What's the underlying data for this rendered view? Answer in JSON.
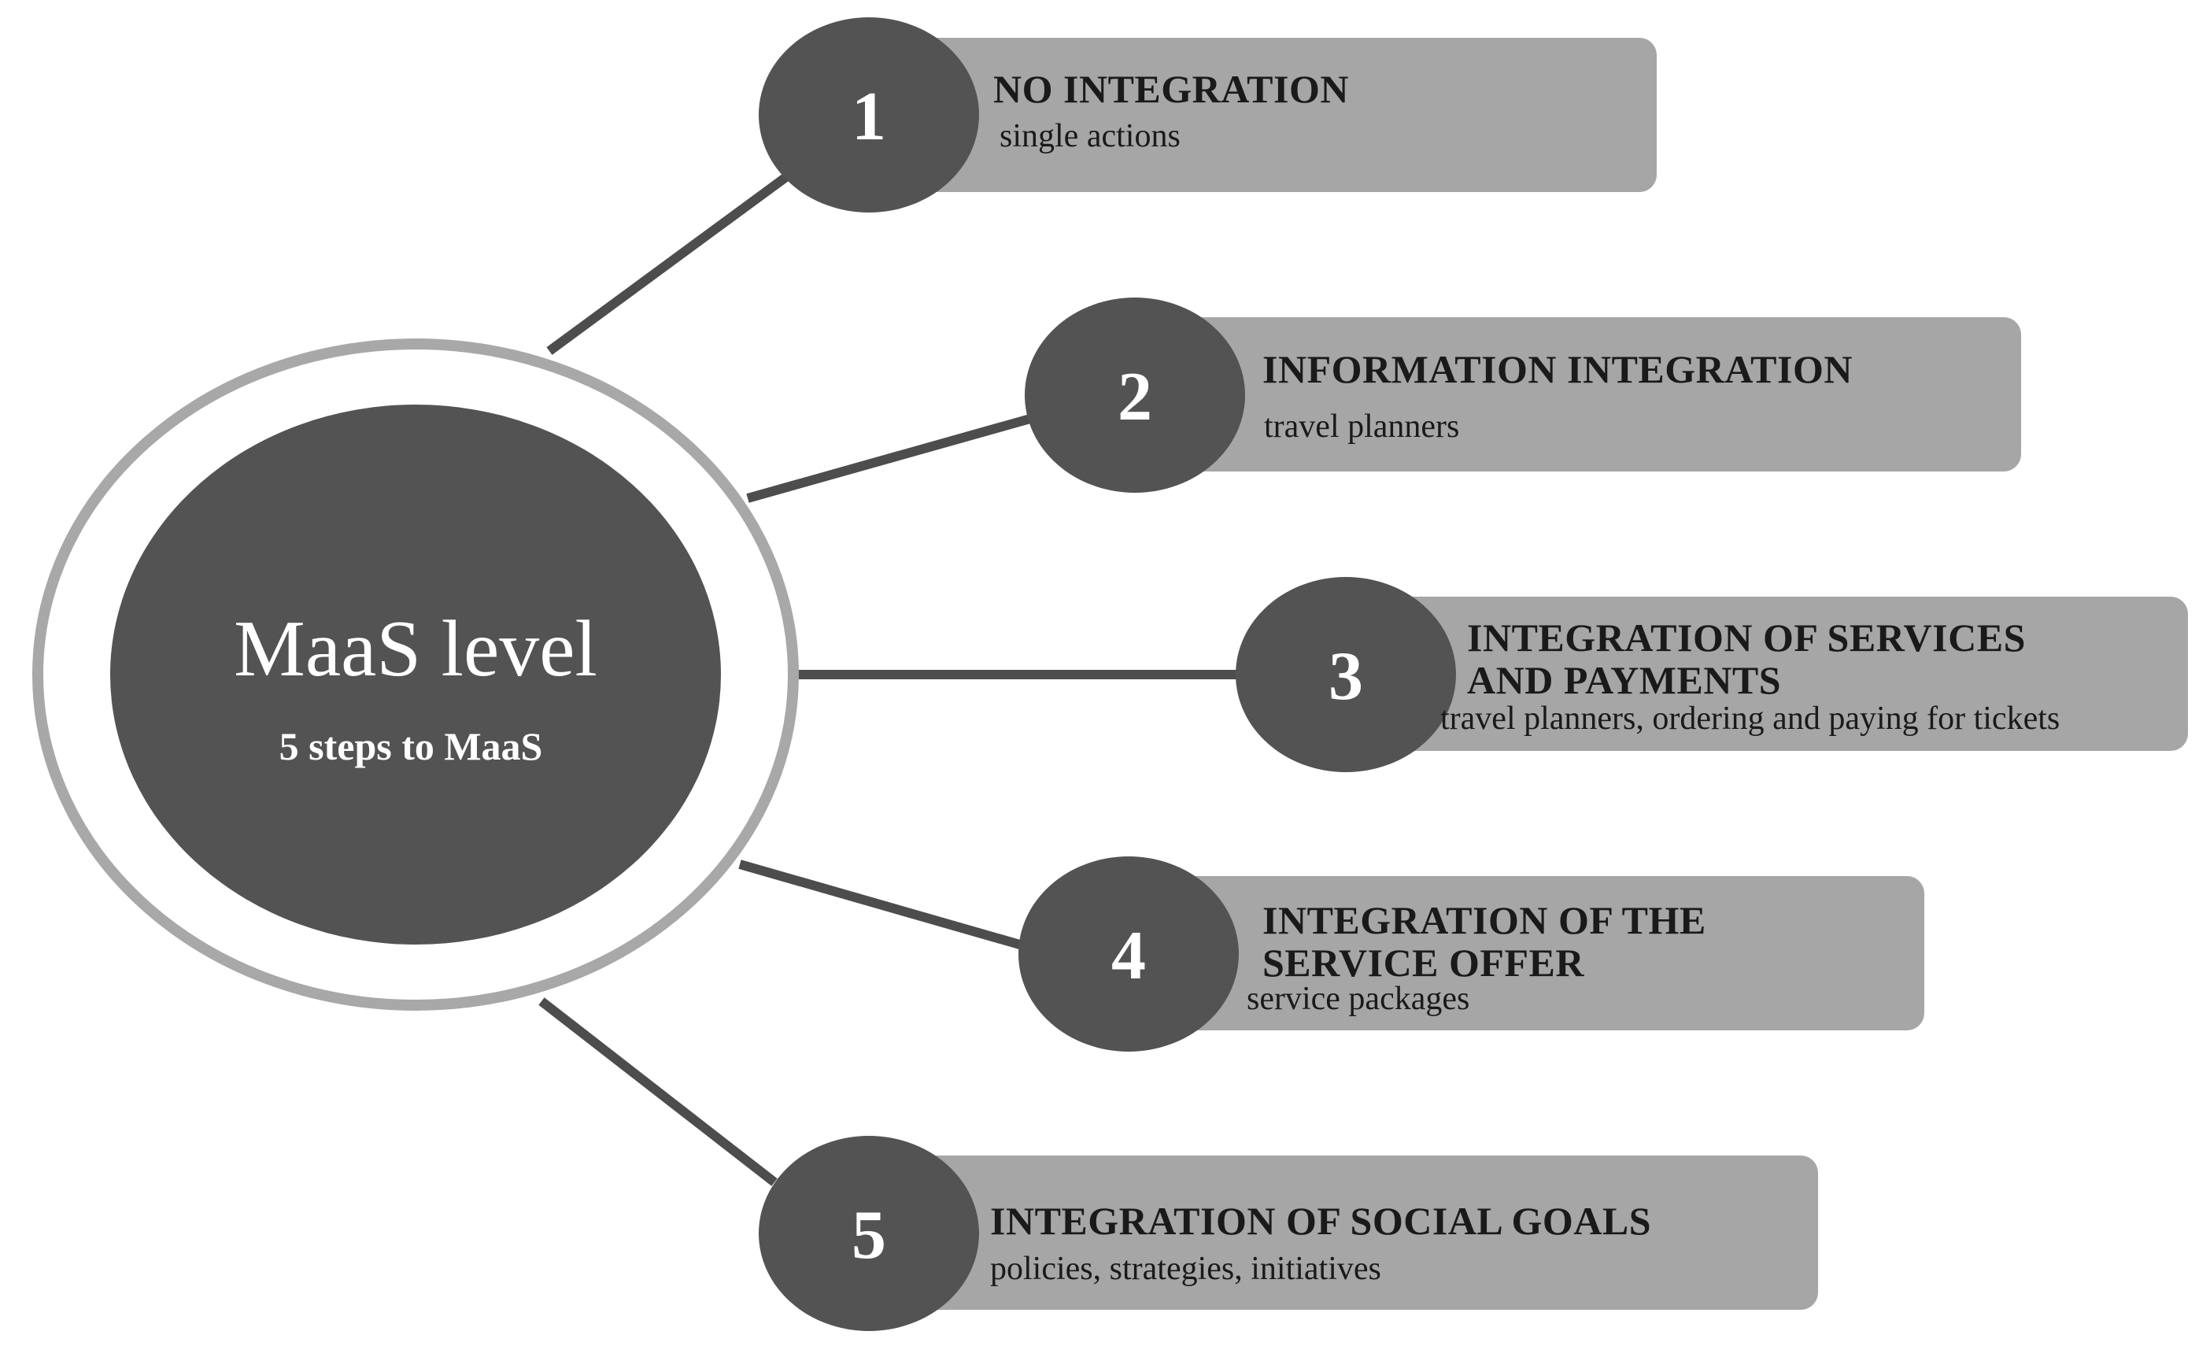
{
  "center": {
    "title": "MaaS level",
    "subtitle": "5 steps to MaaS"
  },
  "steps": [
    {
      "number": "1",
      "title_lines": [
        "NO INTEGRATION"
      ],
      "description": "single actions"
    },
    {
      "number": "2",
      "title_lines": [
        "INFORMATION INTEGRATION"
      ],
      "description": "travel planners"
    },
    {
      "number": "3",
      "title_lines": [
        "INTEGRATION OF SERVICES",
        "AND PAYMENTS"
      ],
      "description": "travel planners, ordering and paying for tickets"
    },
    {
      "number": "4",
      "title_lines": [
        "INTEGRATION OF THE",
        "SERVICE OFFER"
      ],
      "description": "service packages"
    },
    {
      "number": "5",
      "title_lines": [
        "INTEGRATION OF SOCIAL GOALS"
      ],
      "description": "policies, strategies, initiatives"
    }
  ],
  "colors": {
    "dark_gray": "#535353",
    "box_gray": "#a6a6a6",
    "ring_gray": "#a8a8a8",
    "line_gray": "#4d4d4d"
  }
}
